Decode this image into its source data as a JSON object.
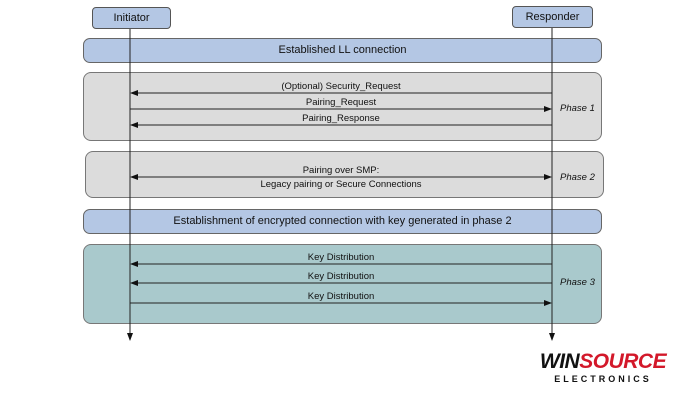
{
  "actors": {
    "initiator": "Initiator",
    "responder": "Responder"
  },
  "bars": {
    "ll": "Established LL connection",
    "encrypted": "Establishment of encrypted connection with key generated in phase 2"
  },
  "phase1": {
    "label": "Phase 1",
    "messages": [
      "(Optional) Security_Request",
      "Pairing_Request",
      "Pairing_Response"
    ]
  },
  "phase2": {
    "label": "Phase 2",
    "line1": "Pairing over SMP:",
    "line2": "Legacy pairing or Secure Connections"
  },
  "phase3": {
    "label": "Phase 3",
    "messages": [
      "Key Distribution",
      "Key Distribution",
      "Key Distribution"
    ]
  },
  "logo": {
    "win": "WIN",
    "source": "SOURCE",
    "sub": "ELECTRONICS"
  },
  "colors": {
    "bar": "#b4c7e4",
    "gray": "#dcdcdc",
    "teal": "#a9c9cc",
    "logo_red": "#d3182a"
  }
}
